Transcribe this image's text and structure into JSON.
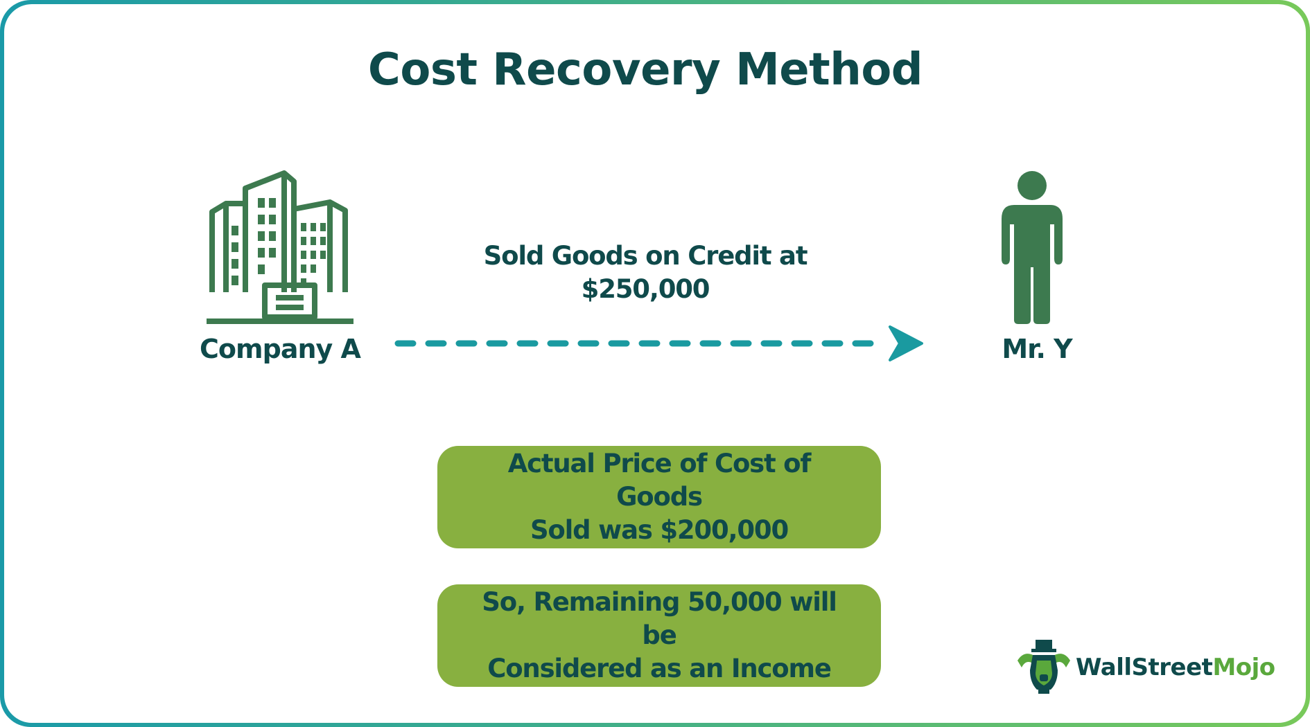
{
  "title": "Cost Recovery Method",
  "parties": {
    "seller": "Company A",
    "buyer": "Mr. Y"
  },
  "transaction": {
    "line1": "Sold Goods on Credit at",
    "line2": "$250,000"
  },
  "boxes": [
    {
      "line1": "Actual Price of Cost of Goods",
      "line2": "Sold was $200,000"
    },
    {
      "line1": "So, Remaining 50,000 will be",
      "line2": "Considered as an Income"
    }
  ],
  "logo": {
    "part1": "WallStreet",
    "part2": "Mojo"
  },
  "colors": {
    "title": "#0f4a4b",
    "icon_green": "#3d7a4f",
    "arrow": "#1a9aa0",
    "box_fill": "#88b040"
  }
}
